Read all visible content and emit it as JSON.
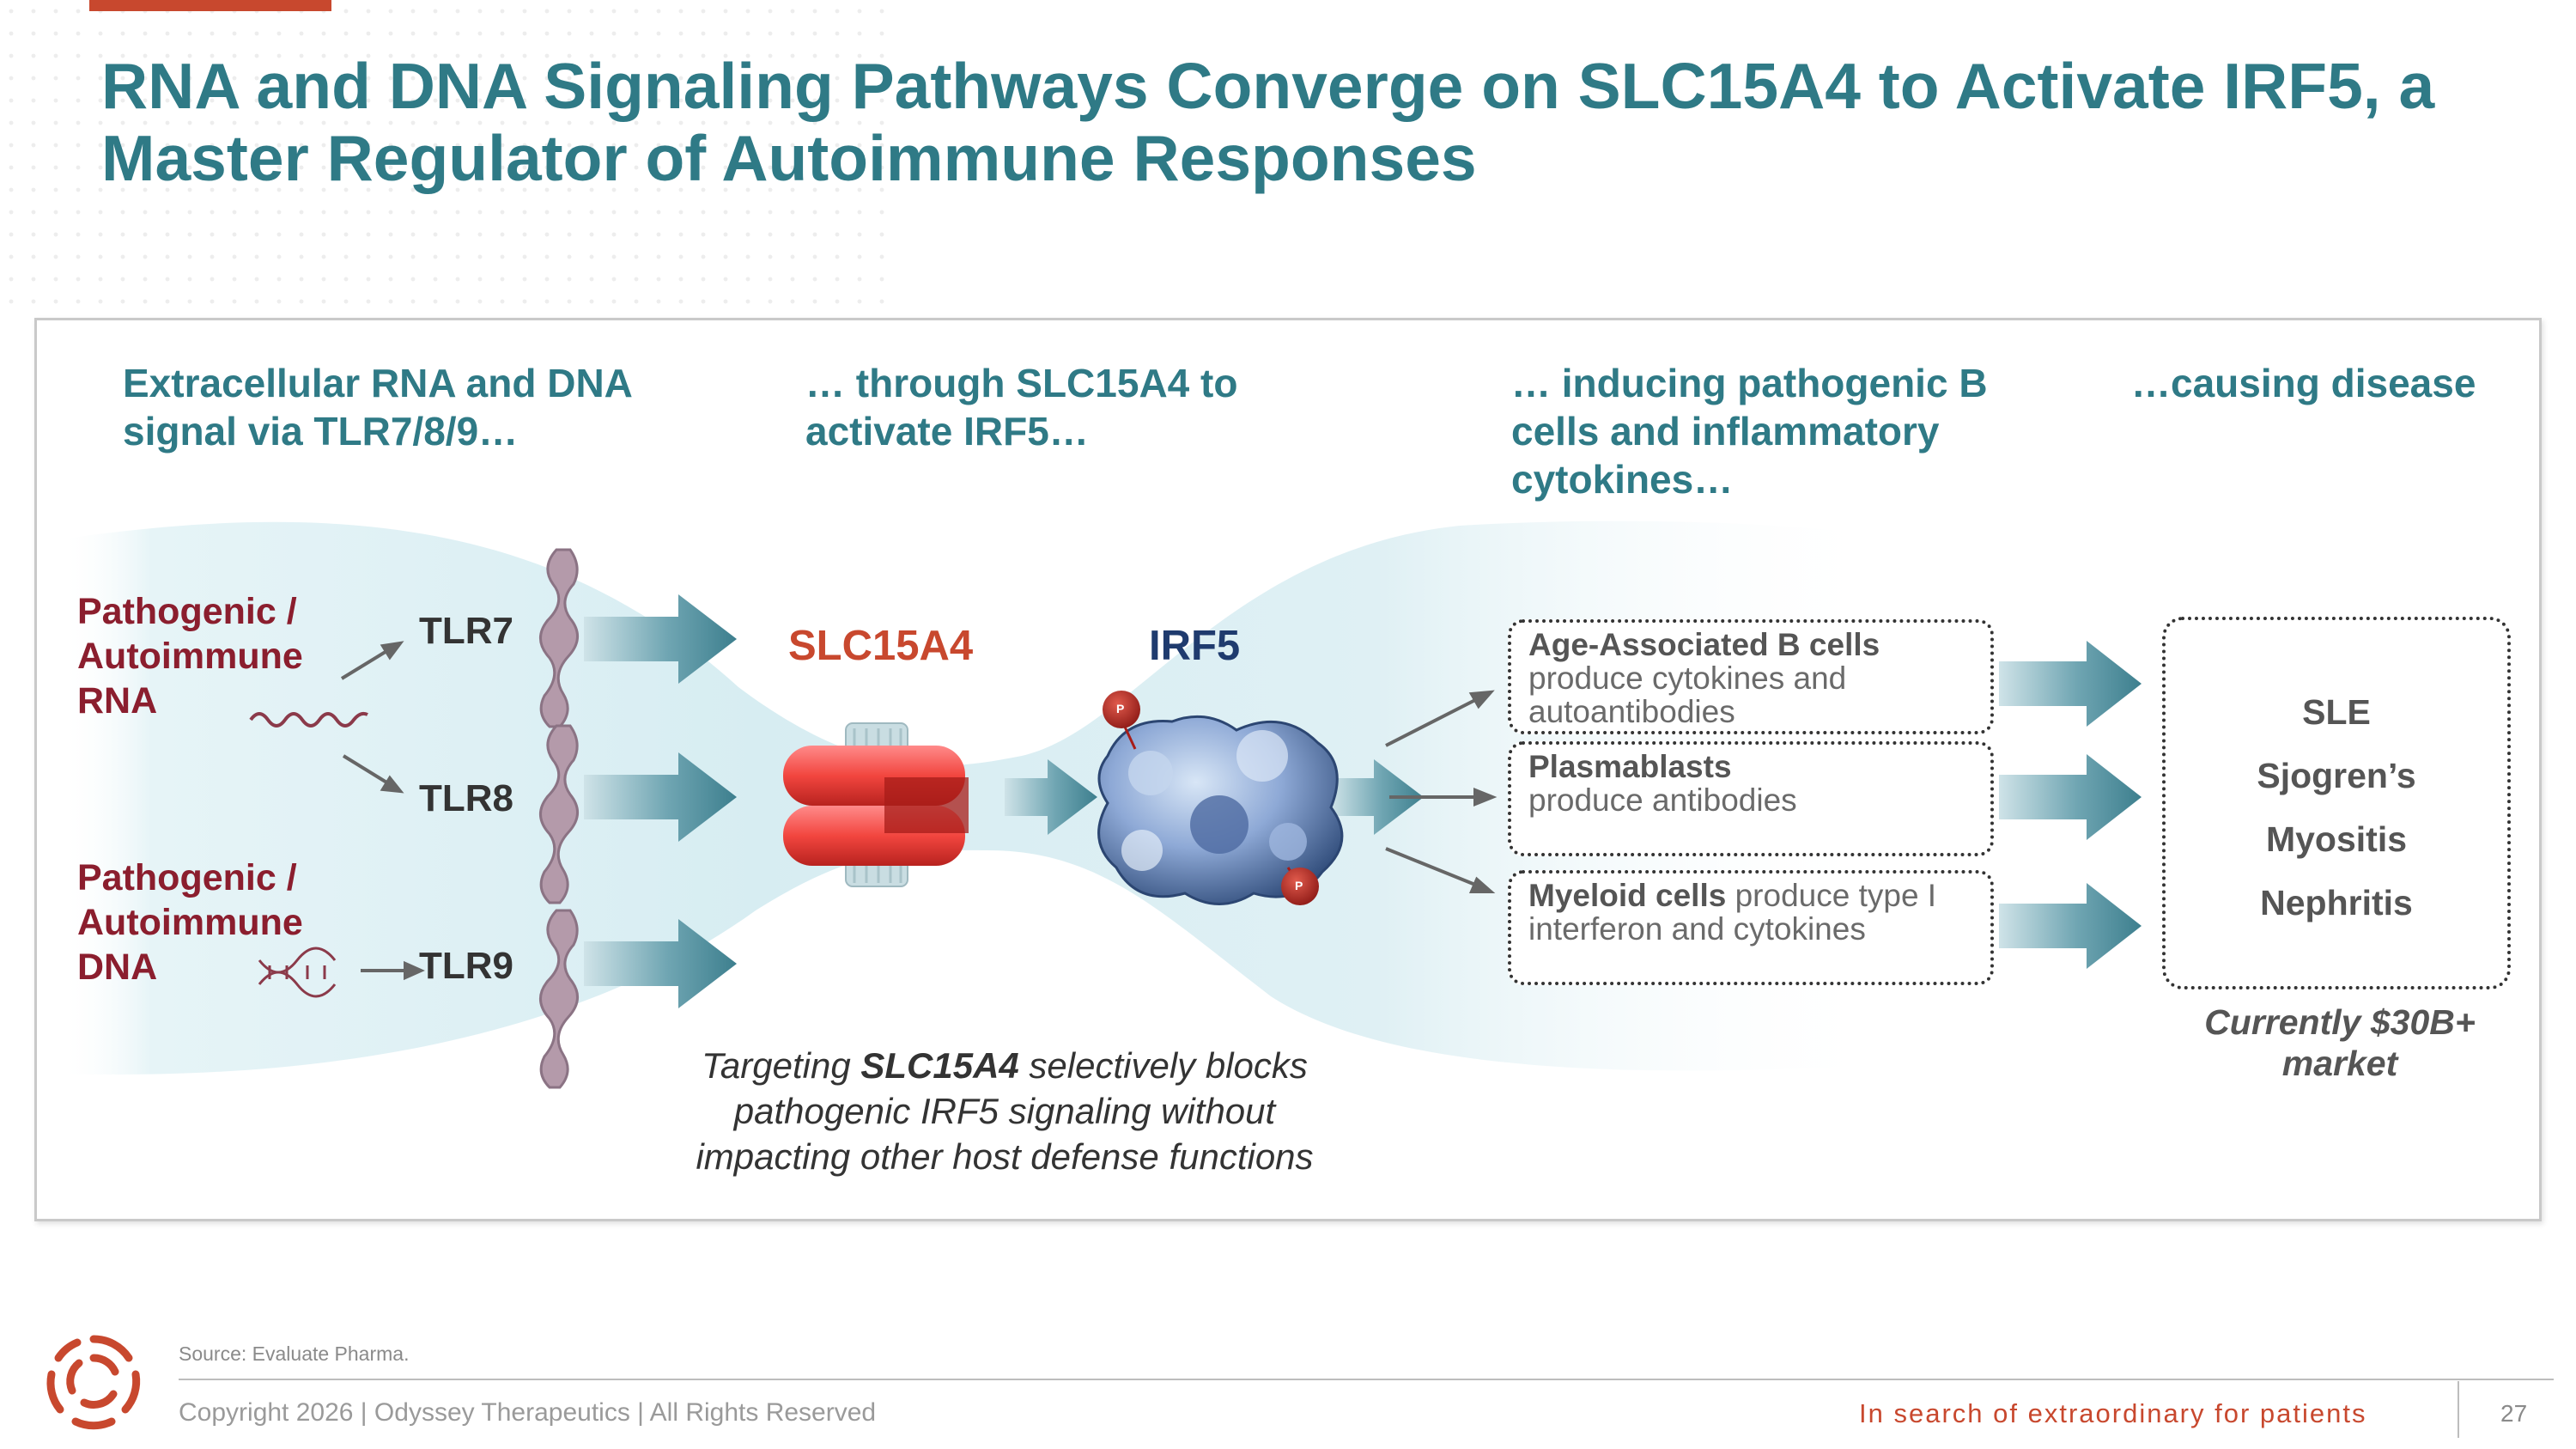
{
  "title": "RNA and DNA Signaling Pathways Converge on SLC15A4 to Activate IRF5, a Master Regulator of Autoimmune Responses",
  "headings": {
    "col1": "Extracellular RNA and DNA signal via TLR7/8/9…",
    "col2": "… through SLC15A4 to activate IRF5…",
    "col3": "… inducing pathogenic B cells and inflammatory cytokines…",
    "col4": "…causing disease"
  },
  "inputs": {
    "rna": "Pathogenic / Autoimmune RNA",
    "dna": "Pathogenic / Autoimmune DNA"
  },
  "receptors": {
    "tlr7": "TLR7",
    "tlr8": "TLR8",
    "tlr9": "TLR9"
  },
  "proteins": {
    "slc15a4": "SLC15A4",
    "irf5": "IRF5",
    "phospho": "P"
  },
  "cell_boxes": [
    {
      "title": "Age-Associated B cells",
      "text": "produce cytokines and autoantibodies"
    },
    {
      "title": "Plasmablasts",
      "text": "produce antibodies"
    },
    {
      "title": "Myeloid cells",
      "text": "produce type I interferon and cytokines"
    }
  ],
  "diseases": [
    "SLE",
    "Sjogren’s",
    "Myositis",
    "Nephritis"
  ],
  "market": "Currently $30B+ market",
  "caption": {
    "pre": "Targeting ",
    "bold": "SLC15A4",
    "post": " selectively blocks pathogenic IRF5 signaling without impacting other host defense functions"
  },
  "footer": {
    "source": "Source: Evaluate Pharma.",
    "copyright": "Copyright 2026  |  Odyssey Therapeutics  |  All Rights Reserved",
    "tagline": "In search of extraordinary for patients",
    "page": "27"
  },
  "colors": {
    "teal": "#2f7a86",
    "maroon": "#8b1e2e",
    "orange": "#c8482e",
    "navy": "#1f3b6e"
  }
}
